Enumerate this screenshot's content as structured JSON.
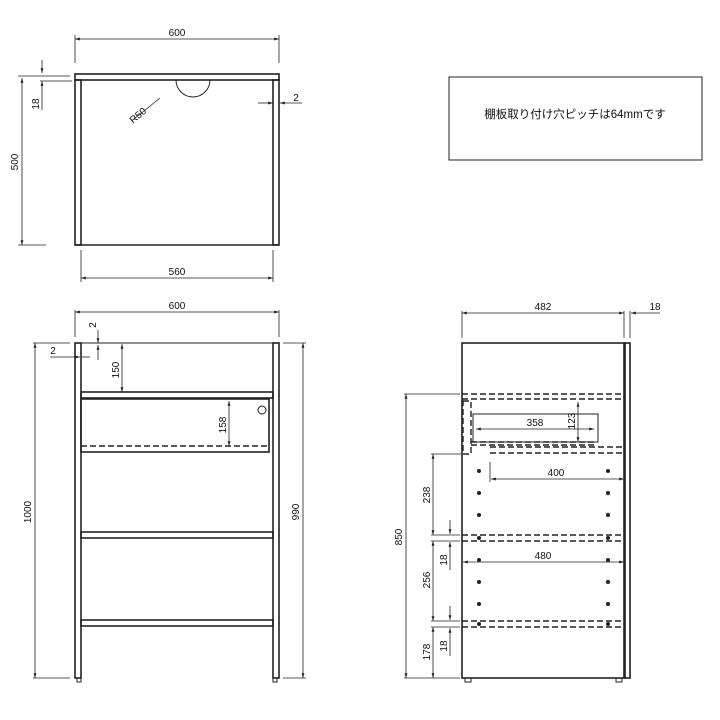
{
  "note": "棚板取り付け穴ピッチは64mmです",
  "top_view": {
    "width": "600",
    "depth": "500",
    "thickness": "18",
    "inner_width": "560",
    "radius": "R50",
    "gap": "2"
  },
  "front_view": {
    "width": "600",
    "height": "1000",
    "inner_height": "990",
    "top_gap": "150",
    "drawer_height": "158",
    "gap_top": "2",
    "gap_side": "2"
  },
  "side_view": {
    "depth": "482",
    "back_thickness": "18",
    "height": "850",
    "drawer_inner": "358",
    "drawer_depth": "123",
    "rail": "400",
    "shelf_depth": "480",
    "space1": "238",
    "shelf1": "18",
    "space2": "256",
    "shelf2": "18",
    "space3": "178"
  }
}
